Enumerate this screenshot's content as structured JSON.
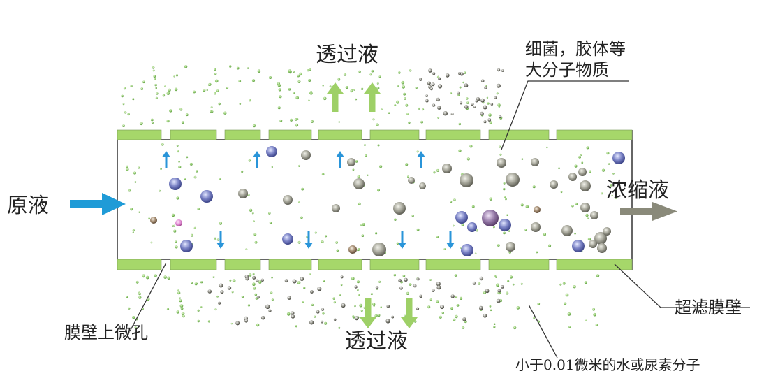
{
  "labels": {
    "permeate_top": "透过液",
    "permeate_bottom": "透过液",
    "macromolecule_line1": "细菌，胶体等",
    "macromolecule_line2": "大分子物质",
    "feed": "原液",
    "concentrate": "浓缩液",
    "membrane_pores": "膜壁上微孔",
    "membrane_wall": "超滤膜壁",
    "small_molecules": "小于0.01微米的水或尿素分子"
  },
  "colors": {
    "membrane_green": "#a6d76a",
    "feed_arrow": "#1f9bd7",
    "flow_arrow_blue": "#2a95d9",
    "permeate_arrow": "#9ed067",
    "concentrate_arrow": "#8a8a7a",
    "small_dot_green": "#8cc86a",
    "large_particle_blue": "#6870b8",
    "large_particle_gray": "#9a9a90",
    "large_particle_purple": "#8a6a9a",
    "large_particle_pink": "#d878c8"
  },
  "icons": {
    "feed_arrow": "arrow-right-icon",
    "concentrate_arrow": "arrow-right-icon",
    "permeate_up": "arrow-up-icon",
    "permeate_down": "arrow-down-icon",
    "flow_up": "arrow-up-icon",
    "flow_down": "arrow-down-icon"
  }
}
